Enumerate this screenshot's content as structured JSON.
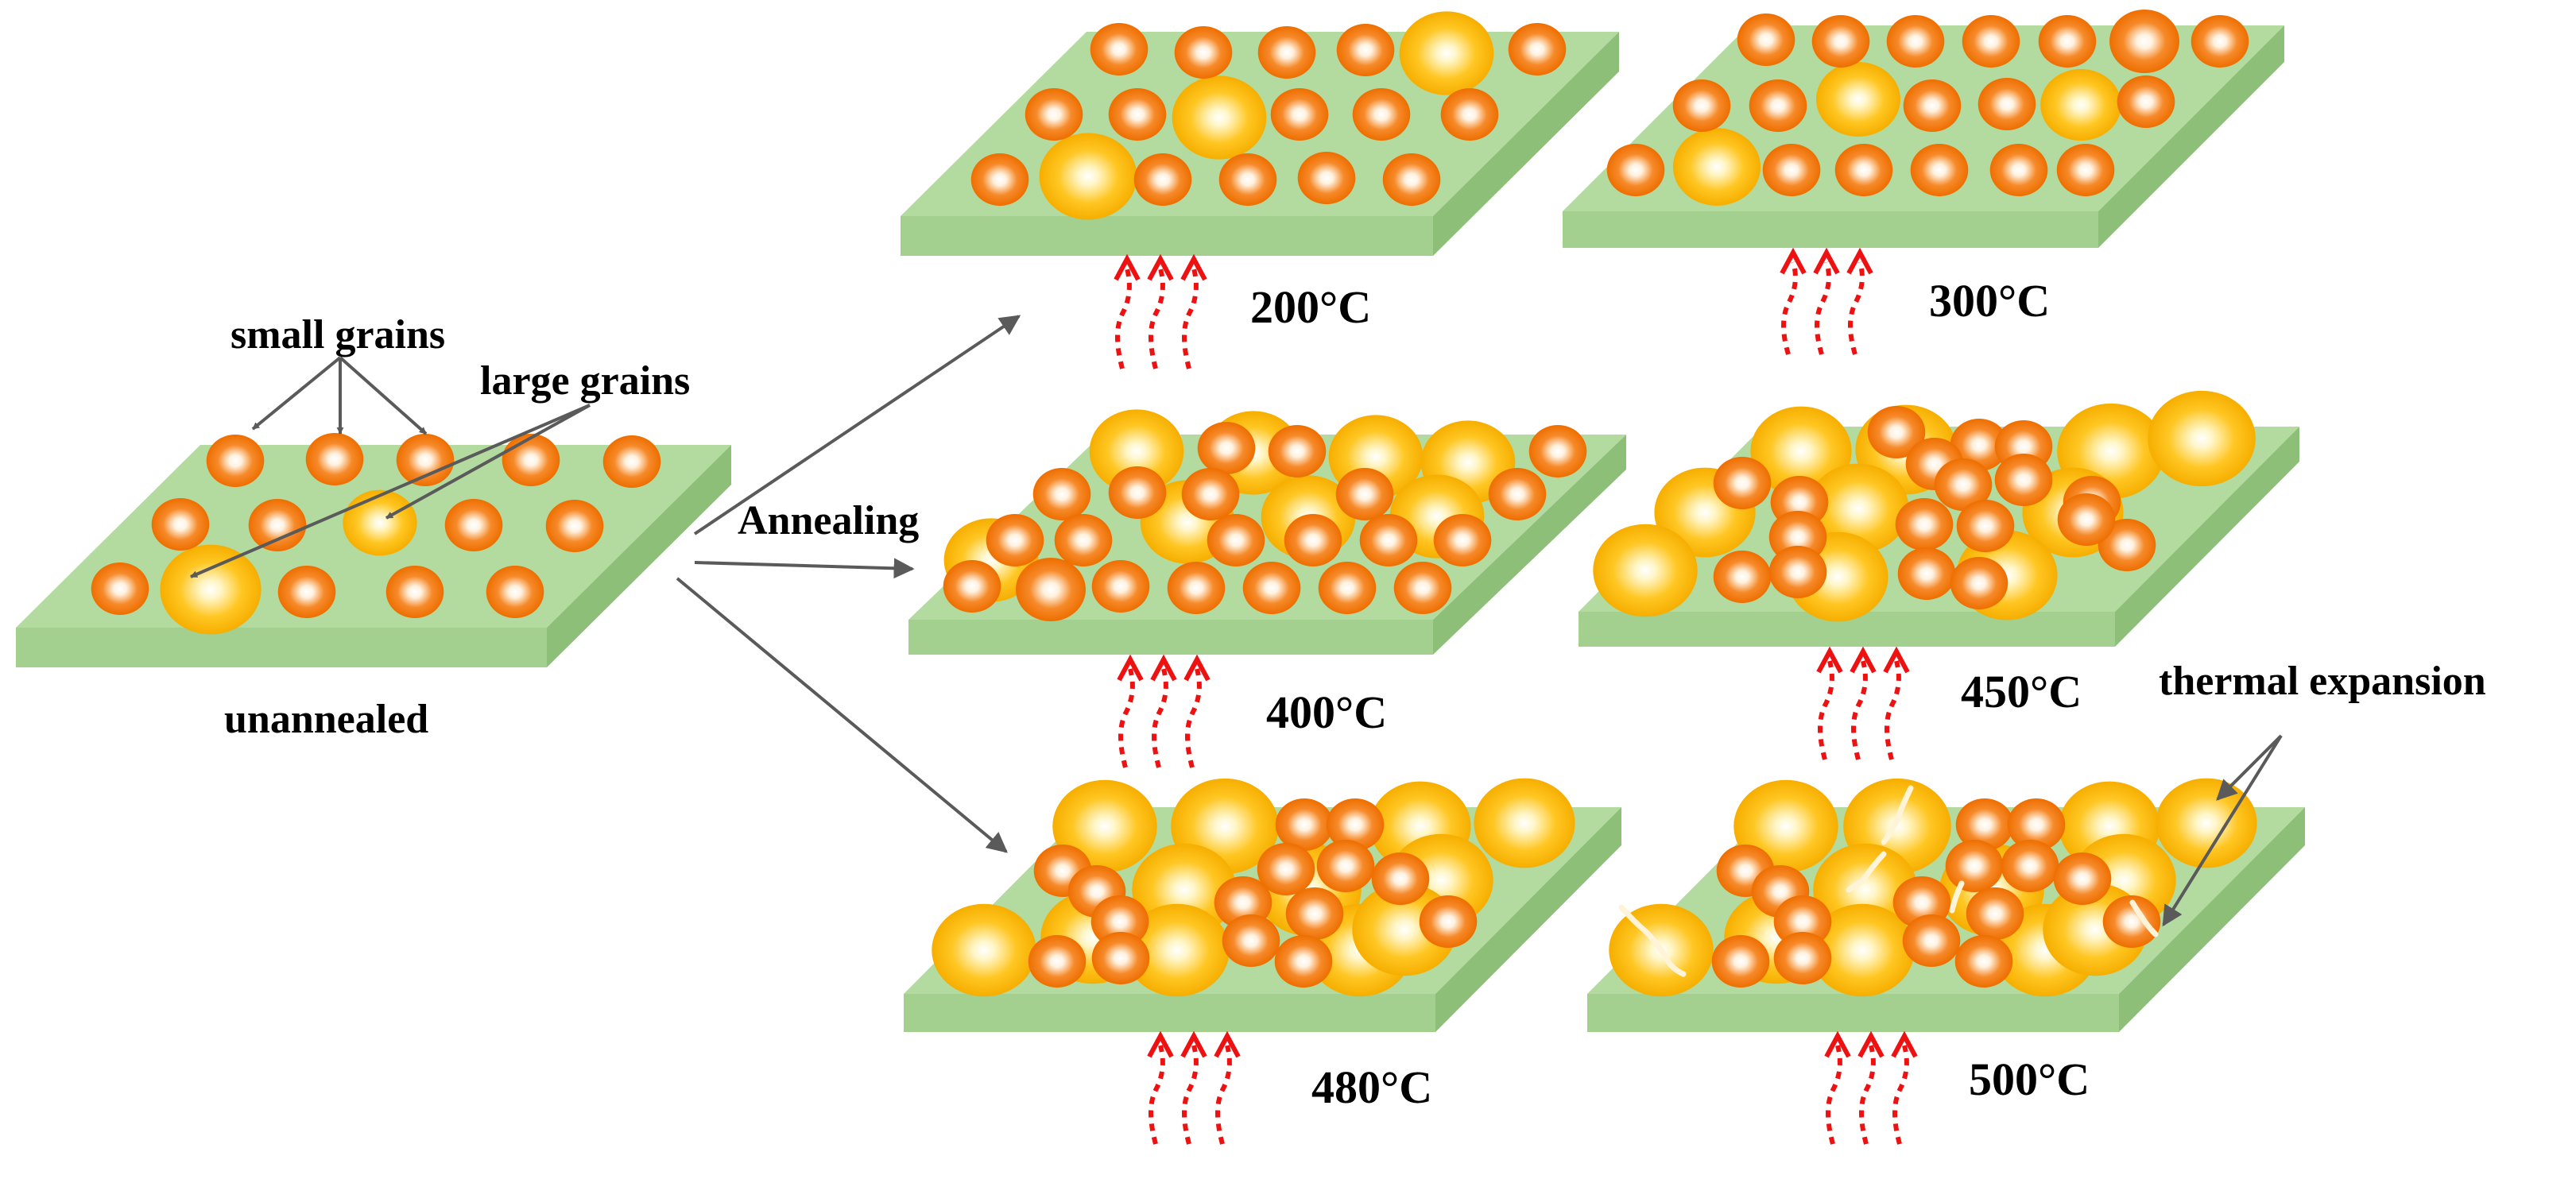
{
  "labels": {
    "small_grains": "small grains",
    "large_grains": "large grains",
    "annealing": "Annealing",
    "unannealed": "unannealed",
    "thermal_expansion": "thermal expansion",
    "t200": "200°C",
    "t300": "300°C",
    "t400": "400°C",
    "t450": "450°C",
    "t480": "480°C",
    "t500": "500°C"
  },
  "colors": {
    "substrate_top": "#b3dba0",
    "substrate_front": "#a3cf8f",
    "substrate_side": "#8ebf79",
    "small_grain": "#f47a0c",
    "large_grain": "#ffbf0f",
    "heat_arrow": "#ee1111",
    "pointer": "#5a5a5a",
    "crack": "#fff4d8"
  }
}
